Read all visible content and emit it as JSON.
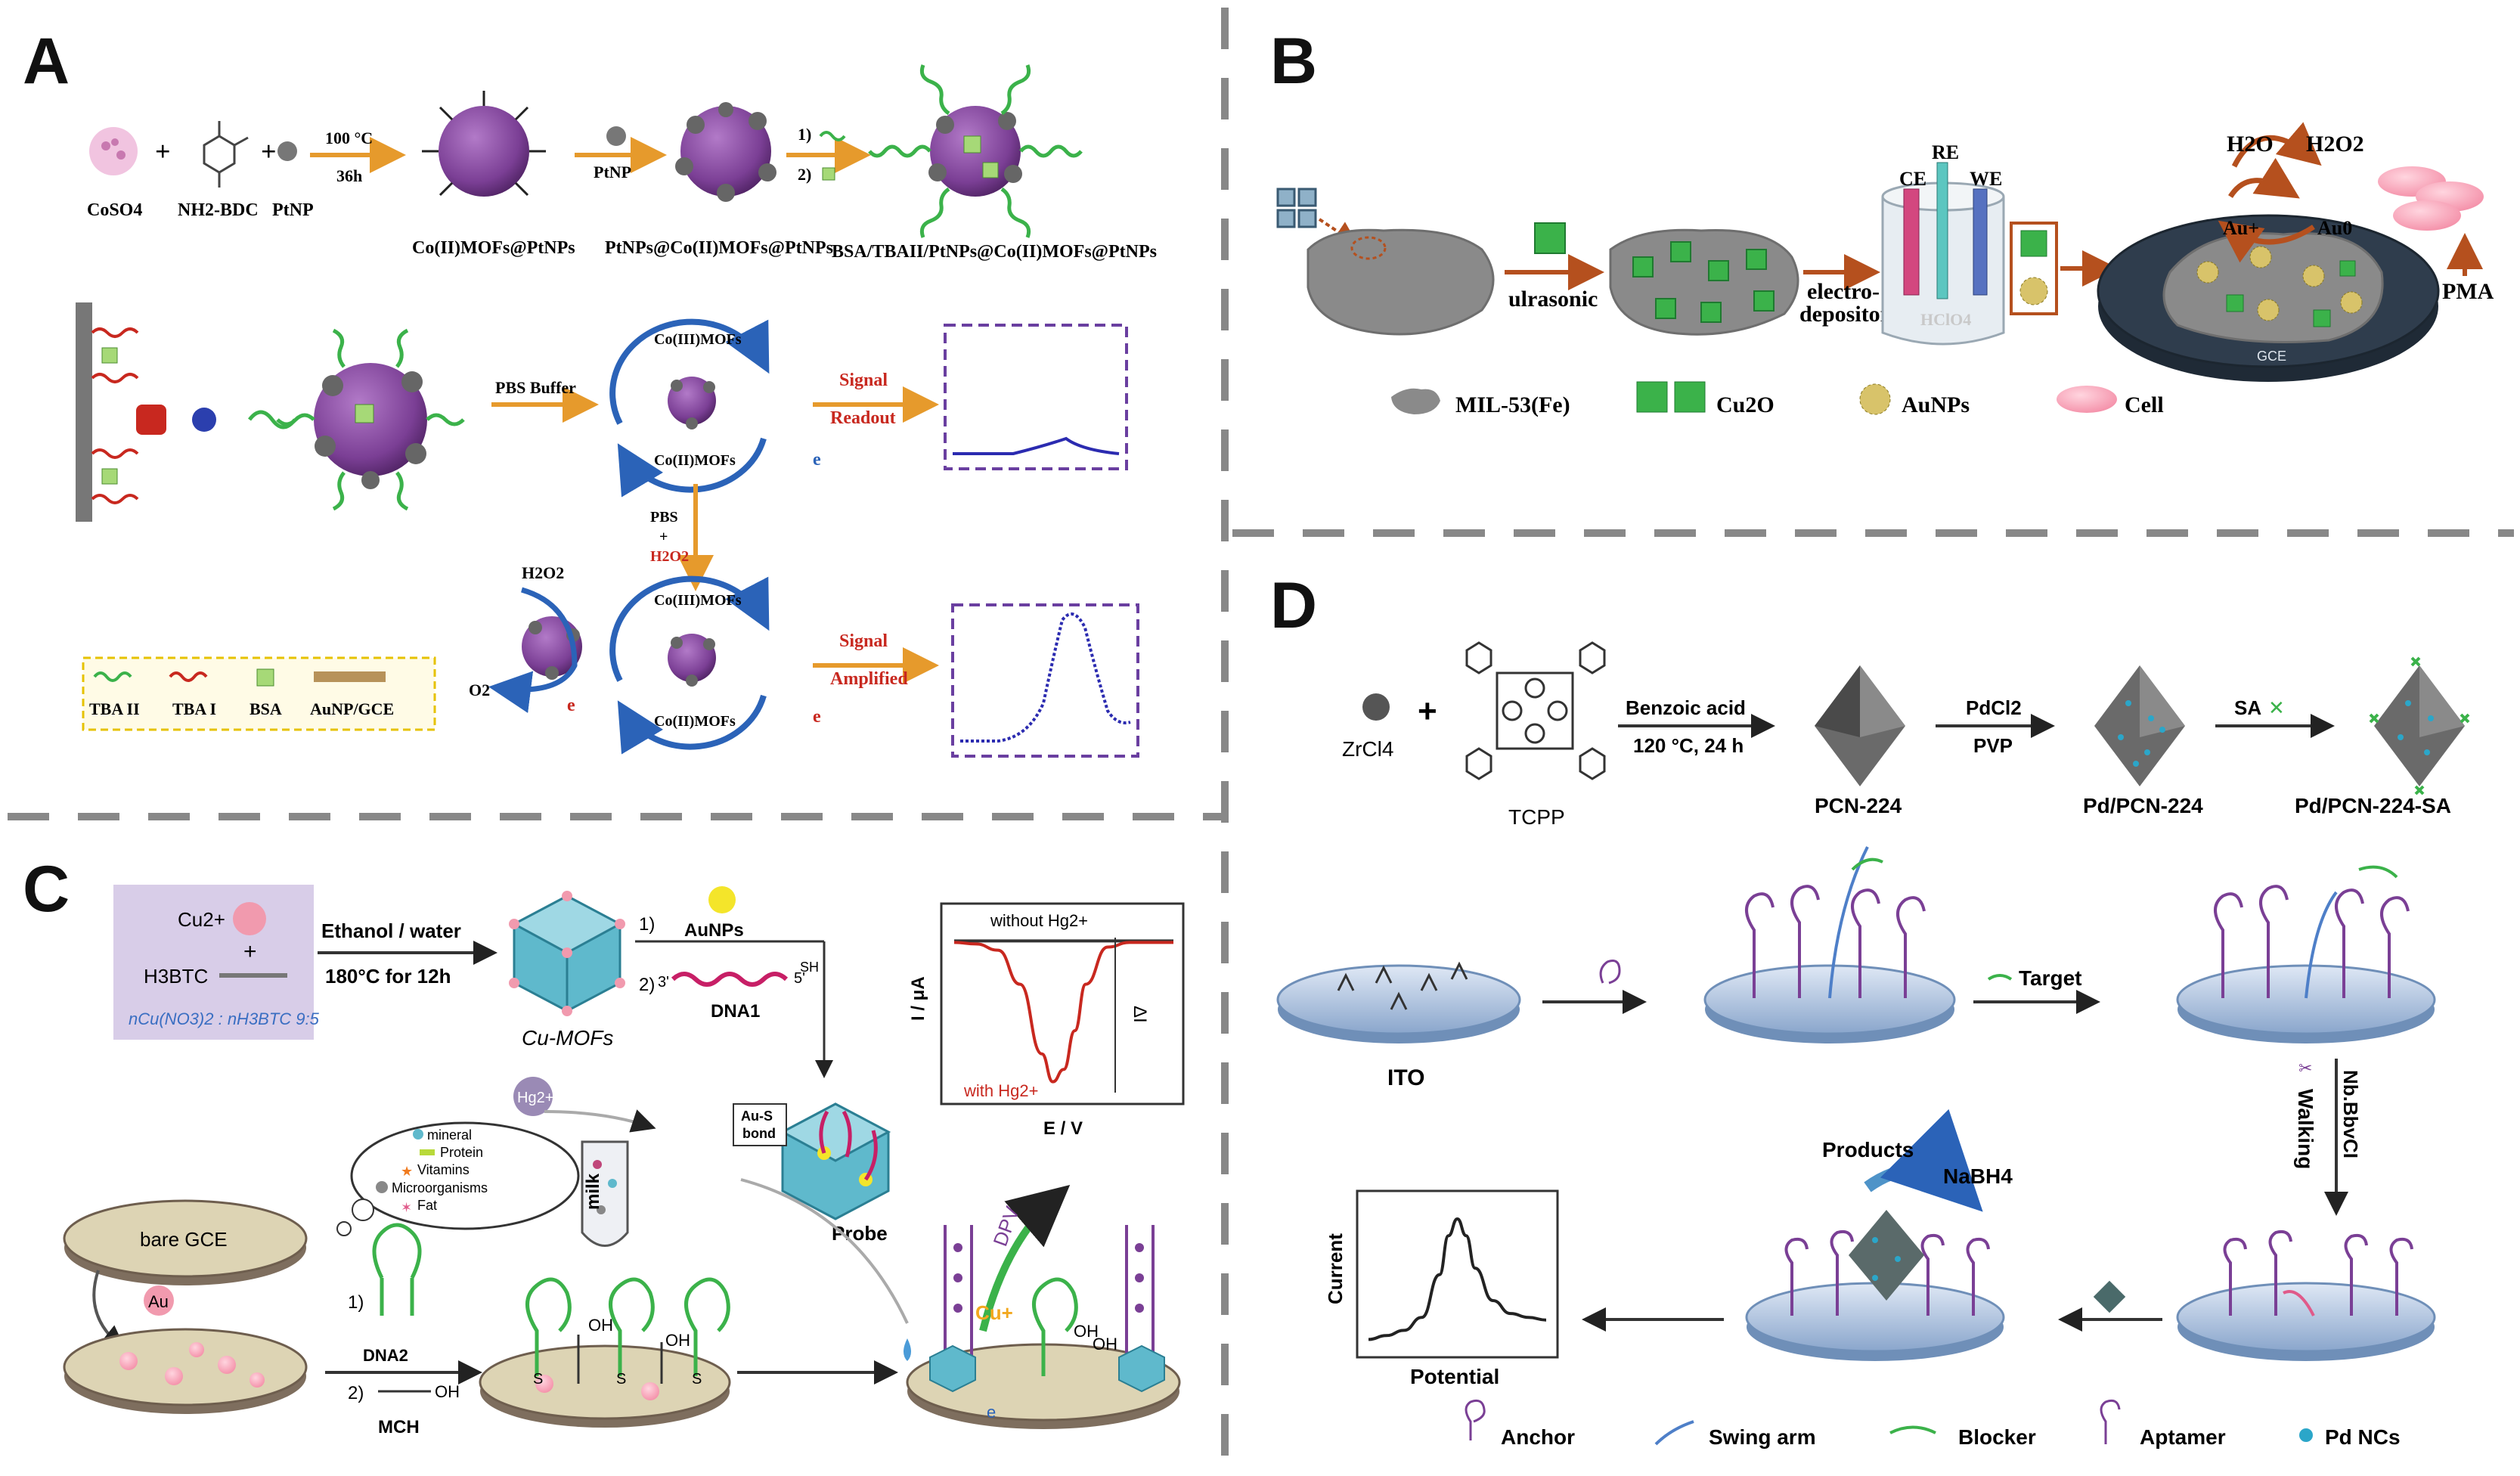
{
  "panels": {
    "A": {
      "letter": "A",
      "reagents": [
        "CoSO4",
        "NH2-BDC",
        "PtNP"
      ],
      "conditions": {
        "temp": "100 °C",
        "time": "36h"
      },
      "step2_label": "PtNP",
      "step3_labels": [
        "1)",
        "2)"
      ],
      "products": [
        "Co(II)MOFs@PtNPs",
        "PtNPs@Co(II)MOFs@PtNPs",
        "BSA/TBAII/PtNPs@Co(II)MOFs@PtNPs"
      ],
      "buffer_label": "PBS Buffer",
      "cycle_top": [
        "Co(III)MOFs",
        "Co(II)MOFs"
      ],
      "signal_readout": [
        "Signal",
        "Readout"
      ],
      "pbs_h2o2": [
        "PBS",
        "+",
        "H2O2"
      ],
      "h2o2": "H2O2",
      "o2": "O2",
      "e": "e",
      "signal_amplified": [
        "Signal",
        "Amplified"
      ],
      "legend": [
        "TBA II",
        "TBA I",
        "BSA",
        "AuNP/GCE"
      ]
    },
    "B": {
      "letter": "B",
      "steps": [
        "ulrasonic",
        "electro-",
        "depositon"
      ],
      "electrodes": [
        "CE",
        "RE",
        "WE"
      ],
      "electrolyte": "HClO4",
      "top_labels": [
        "H2O",
        "H2O2",
        "Au+",
        "Au0",
        "PMA"
      ],
      "gce": "GCE",
      "legend": [
        "MIL-53(Fe)",
        "Cu2O",
        "AuNPs",
        "Cell"
      ]
    },
    "C": {
      "letter": "C",
      "cu2": "Cu2+",
      "plus": "+",
      "h3btc": "H3BTC",
      "ratio": "nCu(NO3)2 : nH3BTC  9:5",
      "conditions": [
        "Ethanol / water",
        "180°C for 12h"
      ],
      "cu_mofs": "Cu-MOFs",
      "step1": "1)",
      "step2": "2)",
      "aunps": "AuNPs",
      "dna1": "DNA1",
      "ends": [
        "3'",
        "5'",
        "SH"
      ],
      "chart_top": "without Hg2+",
      "chart_bottom": "with Hg2+",
      "y_label": "I / μA",
      "x_label": "E / V",
      "delta_i": "ΔI",
      "hg": "Hg2+",
      "milk_items": [
        "mineral",
        "Protein",
        "Vitamins",
        "Microorganisms",
        "Fat"
      ],
      "milk": "milk",
      "au_s": [
        "Au-S",
        "bond"
      ],
      "probe": "Probe",
      "bare_gce": "bare GCE",
      "au": "Au",
      "dna2": "DNA2",
      "mch": "MCH",
      "oh": "OH",
      "s": "S",
      "dpv": "DPV",
      "cu_plus": "Cu+",
      "e": "e"
    },
    "D": {
      "letter": "D",
      "zrcl4": "ZrCl4",
      "tcpp": "TCPP",
      "cond": [
        "Benzoic acid",
        "120 °C, 24 h"
      ],
      "pd": [
        "PdCl2",
        "PVP"
      ],
      "sa": "SA",
      "products": [
        "PCN-224",
        "Pd/PCN-224",
        "Pd/PCN-224-SA"
      ],
      "ito": "ITO",
      "target": "Target",
      "nb": "Nb.BbvCI",
      "walking": "Walking",
      "products_label": "Products",
      "nabh4": "NaBH4",
      "current": "Current",
      "potential": "Potential",
      "legend": [
        "Anchor",
        "Swing arm",
        "Blocker",
        "Aptamer",
        "Pd NCs"
      ]
    }
  },
  "chart_data": [
    {
      "type": "line",
      "title": "",
      "xlabel": "E / V",
      "ylabel": "I / μA",
      "series": [
        {
          "name": "without Hg2+",
          "x": [
            0,
            0.2,
            0.4,
            0.6,
            0.8,
            1.0
          ],
          "y": [
            -0.02,
            -0.02,
            -0.02,
            -0.02,
            -0.02,
            -0.02
          ]
        },
        {
          "name": "with Hg2+",
          "x": [
            0,
            0.1,
            0.2,
            0.3,
            0.4,
            0.45,
            0.5,
            0.55,
            0.6,
            0.7,
            0.8,
            1.0
          ],
          "y": [
            -0.03,
            -0.04,
            -0.08,
            -0.3,
            -0.75,
            -0.93,
            -0.85,
            -0.6,
            -0.3,
            -0.06,
            -0.03,
            -0.03
          ]
        }
      ]
    },
    {
      "type": "line",
      "title": "",
      "xlabel": "Potential",
      "ylabel": "Current",
      "series": [
        {
          "x": [
            0,
            0.1,
            0.2,
            0.3,
            0.4,
            0.45,
            0.5,
            0.55,
            0.6,
            0.7,
            0.8,
            0.9,
            1.0
          ],
          "y": [
            0.05,
            0.08,
            0.12,
            0.22,
            0.55,
            0.85,
            0.98,
            0.85,
            0.6,
            0.35,
            0.25,
            0.22,
            0.2
          ]
        }
      ]
    }
  ],
  "colors": {
    "mof": "#7b3f95",
    "arrow": "#e69a2c",
    "blue_arrow": "#2b63b8",
    "green": "#3bb24a",
    "red_curve": "#c8281f",
    "dash": "#888888"
  }
}
